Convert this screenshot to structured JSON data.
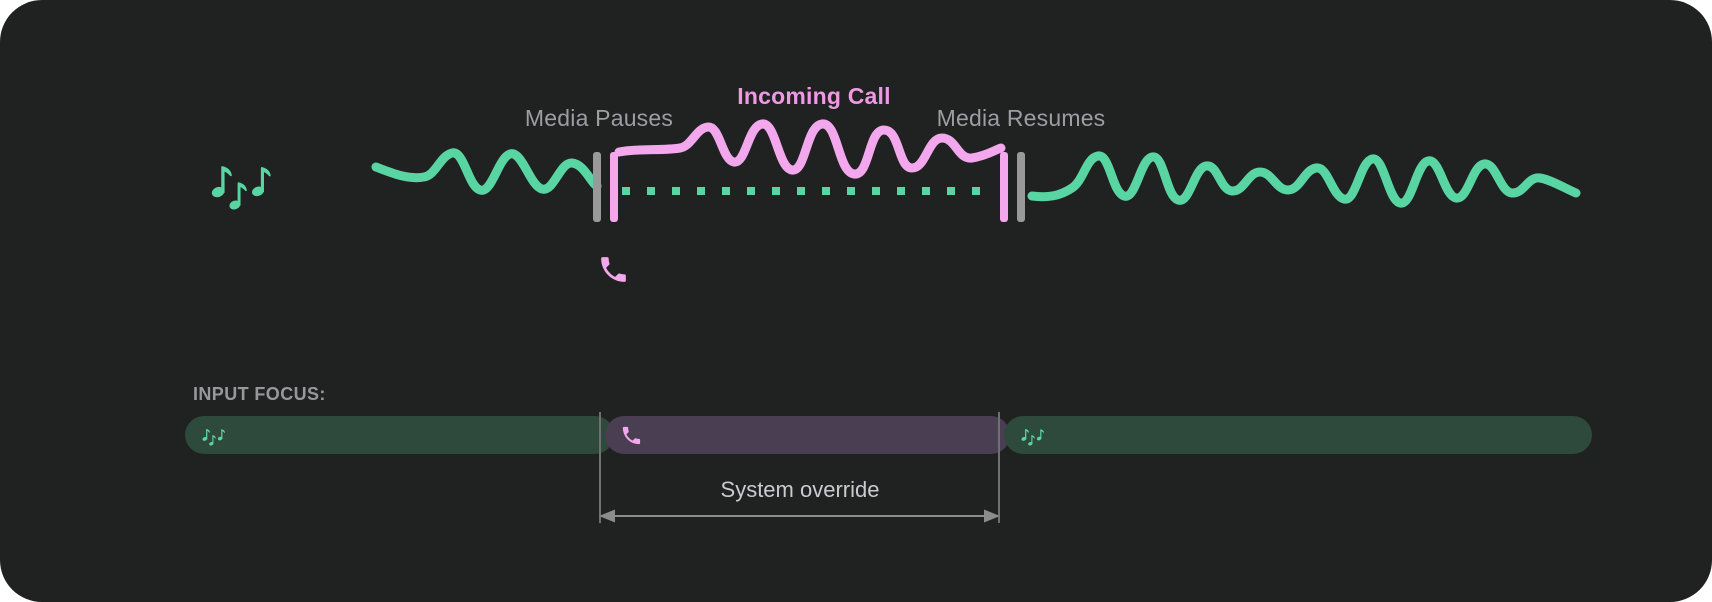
{
  "waveform": {
    "media_pauses_label": "Media Pauses",
    "incoming_call_label": "Incoming Call",
    "media_resumes_label": "Media Resumes",
    "left_icon": "music-notes",
    "pause_icon": "phone",
    "media_wave": "green",
    "call_wave": "pink",
    "paused_media_line": "green-dotted"
  },
  "input_focus": {
    "heading": "INPUT FOCUS:",
    "override_label": "System override",
    "segments": [
      {
        "name": "media-before-call",
        "icon": "music-notes",
        "type": "media"
      },
      {
        "name": "incoming-call",
        "icon": "phone",
        "type": "call"
      },
      {
        "name": "media-after-call",
        "icon": "music-notes",
        "type": "media"
      }
    ]
  },
  "colors": {
    "background": "#202121",
    "media_green": "#58d5a2",
    "call_pink": "#f3a7ed",
    "call_text_pink": "#ef99e5",
    "label_gray": "#9c9ea0",
    "heading_gray": "#96989b",
    "media_bar_bg": "#2d4a3c",
    "call_bar_bg": "#4a3e52",
    "marker_gray": "#999999",
    "vline_gray": "#6e7072",
    "override_text": "#c9cbcd",
    "arrow_gray": "#8a8c8e"
  }
}
